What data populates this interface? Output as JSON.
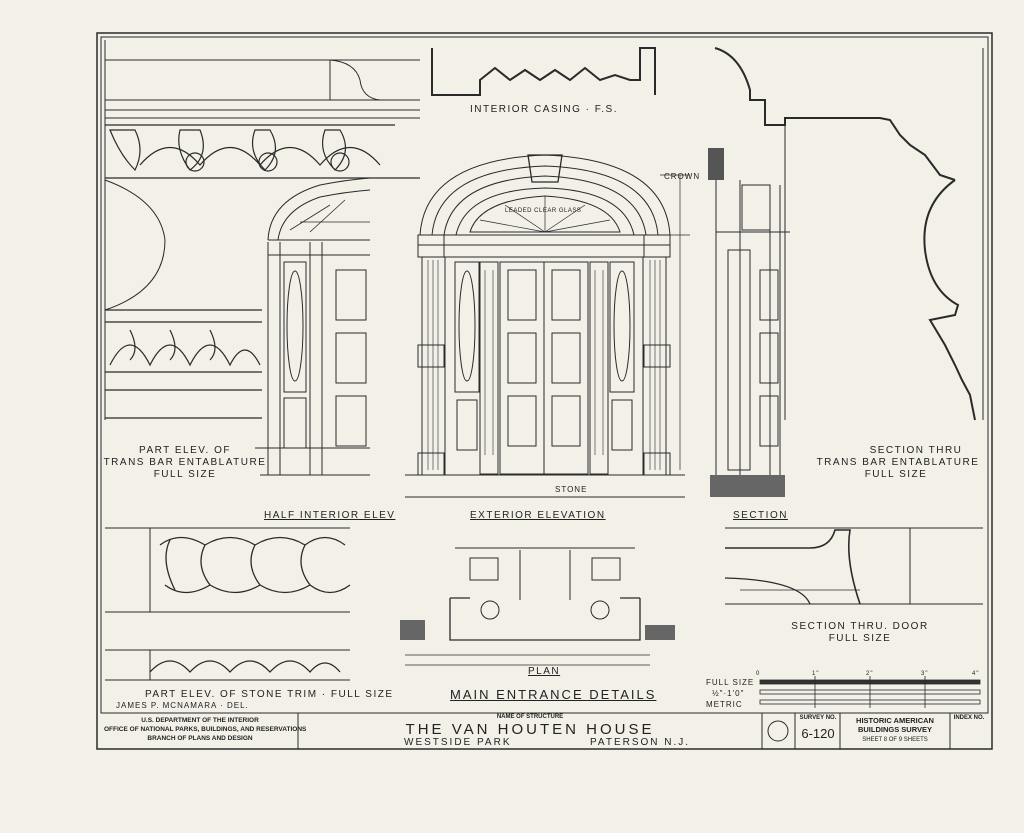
{
  "drawing_labels": {
    "interior_casing": "INTERIOR CASING · F.S.",
    "part_elev_line1": "PART ELEV. OF",
    "part_elev_line2": "TRANS BAR ENTABLATURE",
    "part_elev_line3": "FULL SIZE",
    "half_interior_elev": "HALF INTERIOR ELEV",
    "exterior_elevation": "EXTERIOR ELEVATION",
    "section": "SECTION",
    "section_thru_line1": "SECTION THRU",
    "section_thru_line2": "TRANS BAR ENTABLATURE",
    "section_thru_line3": "FULL SIZE",
    "section_door_line1": "SECTION THRU. DOOR",
    "section_door_line2": "FULL SIZE",
    "stone_trim": "PART ELEV. OF STONE TRIM · FULL SIZE",
    "plan": "PLAN",
    "main_entrance": "MAIN ENTRANCE DETAILS",
    "delineator": "JAMES P. McNAMARA · DEL.",
    "crown": "CROWN",
    "stone": "STONE",
    "fanlight": "LEADED CLEAR GLASS"
  },
  "scale": {
    "full_size": "FULL SIZE",
    "half_inch": "½\"·1'0\"",
    "metric": "METRIC",
    "marks": [
      "0",
      "1\"",
      "2\"",
      "3\"",
      "4\""
    ]
  },
  "title_block": {
    "agency_line1": "U.S. DEPARTMENT OF THE INTERIOR",
    "agency_line2": "OFFICE OF NATIONAL PARKS, BUILDINGS, AND RESERVATIONS",
    "agency_line3": "BRANCH OF PLANS AND DESIGN",
    "name_caption": "NAME OF STRUCTURE",
    "structure_name": "THE VAN HOUTEN HOUSE",
    "location_left": "WESTSIDE PARK",
    "location_right": "PATERSON N.J.",
    "survey_caption": "SURVEY NO.",
    "survey_no": "6-120",
    "habs_line1": "HISTORIC AMERICAN",
    "habs_line2": "BUILDINGS SURVEY",
    "sheet_info": "SHEET 8 OF 9 SHEETS",
    "index_caption": "INDEX NO."
  }
}
